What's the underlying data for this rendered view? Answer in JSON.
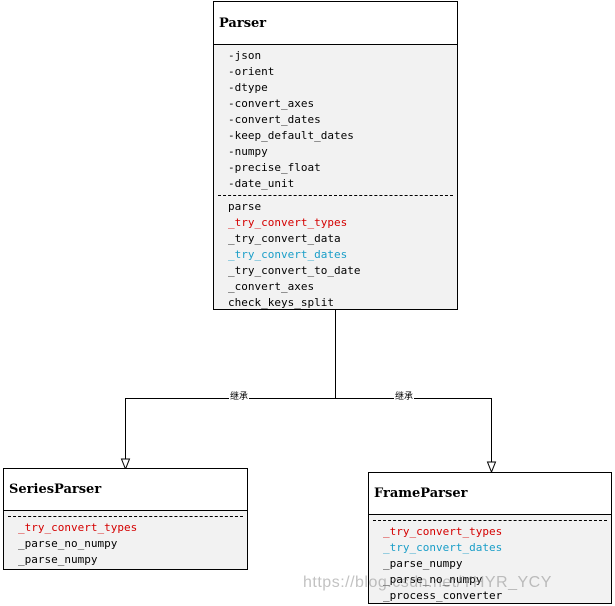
{
  "parser": {
    "name": "Parser",
    "attributes": [
      "-json",
      "-orient",
      "-dtype",
      "-convert_axes",
      "-convert_dates",
      "-keep_default_dates",
      "-numpy",
      "-precise_float",
      "-date_unit"
    ],
    "methods": [
      {
        "text": "parse",
        "color": "black"
      },
      {
        "text": "_try_convert_types",
        "color": "red"
      },
      {
        "text": "_try_convert_data",
        "color": "black"
      },
      {
        "text": "_try_convert_dates",
        "color": "blue"
      },
      {
        "text": "_try_convert_to_date",
        "color": "black"
      },
      {
        "text": "_convert_axes",
        "color": "black"
      },
      {
        "text": "check_keys_split",
        "color": "black"
      }
    ]
  },
  "series_parser": {
    "name": "SeriesParser",
    "methods": [
      {
        "text": "_try_convert_types",
        "color": "red"
      },
      {
        "text": "_parse_no_numpy",
        "color": "black"
      },
      {
        "text": "_parse_numpy",
        "color": "black"
      }
    ]
  },
  "frame_parser": {
    "name": "FrameParser",
    "methods": [
      {
        "text": "_try_convert_types",
        "color": "red"
      },
      {
        "text": "_try_convert_dates",
        "color": "blue"
      },
      {
        "text": "_parse_numpy",
        "color": "black"
      },
      {
        "text": "_parse_no_numpy",
        "color": "black"
      },
      {
        "text": "_process_converter",
        "color": "black"
      }
    ]
  },
  "edges": {
    "left_label": "继承",
    "right_label": "继承"
  },
  "colors": {
    "red": "#d40000",
    "blue": "#1a9ec8"
  },
  "watermark": "https://blog.csdn.net/YHYR_YCY"
}
